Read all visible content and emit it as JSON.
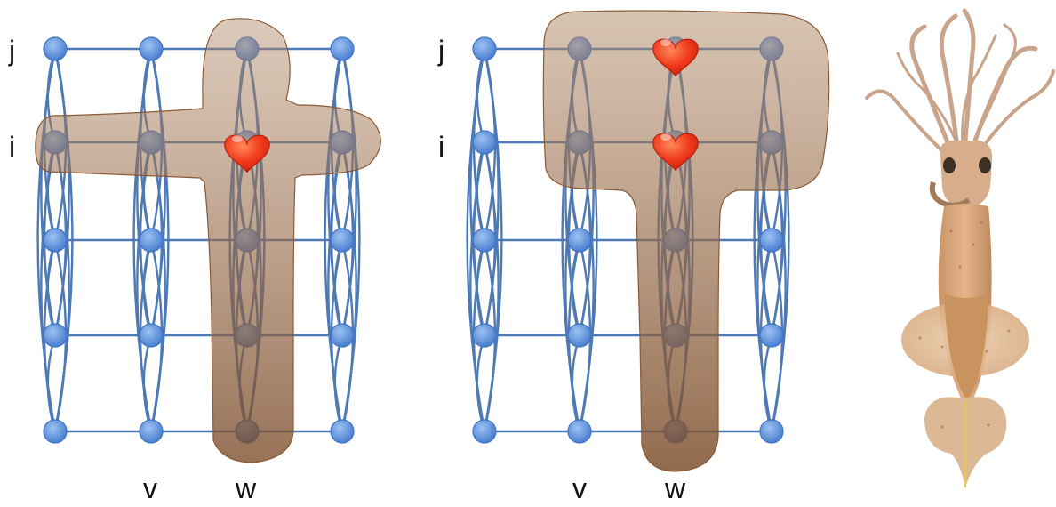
{
  "diagrams": [
    {
      "name": "left-graph",
      "row_labels": {
        "top": "j",
        "second": "i"
      },
      "column_labels": {
        "second": "v",
        "third": "w"
      },
      "hearts": 1,
      "region_shape": "cross"
    },
    {
      "name": "right-graph",
      "row_labels": {
        "top": "j",
        "second": "i"
      },
      "column_labels": {
        "second": "v",
        "third": "w"
      },
      "hearts": 2,
      "region_shape": "T"
    }
  ],
  "illustration": {
    "subject": "squid"
  },
  "colors": {
    "node": "#5b8fd9",
    "node_stroke": "#3f74c4",
    "edge": "#4d79b5",
    "region": "#a97a55",
    "region_stroke": "#7a4d2c",
    "heart": "#e8341b",
    "text": "#111111"
  }
}
